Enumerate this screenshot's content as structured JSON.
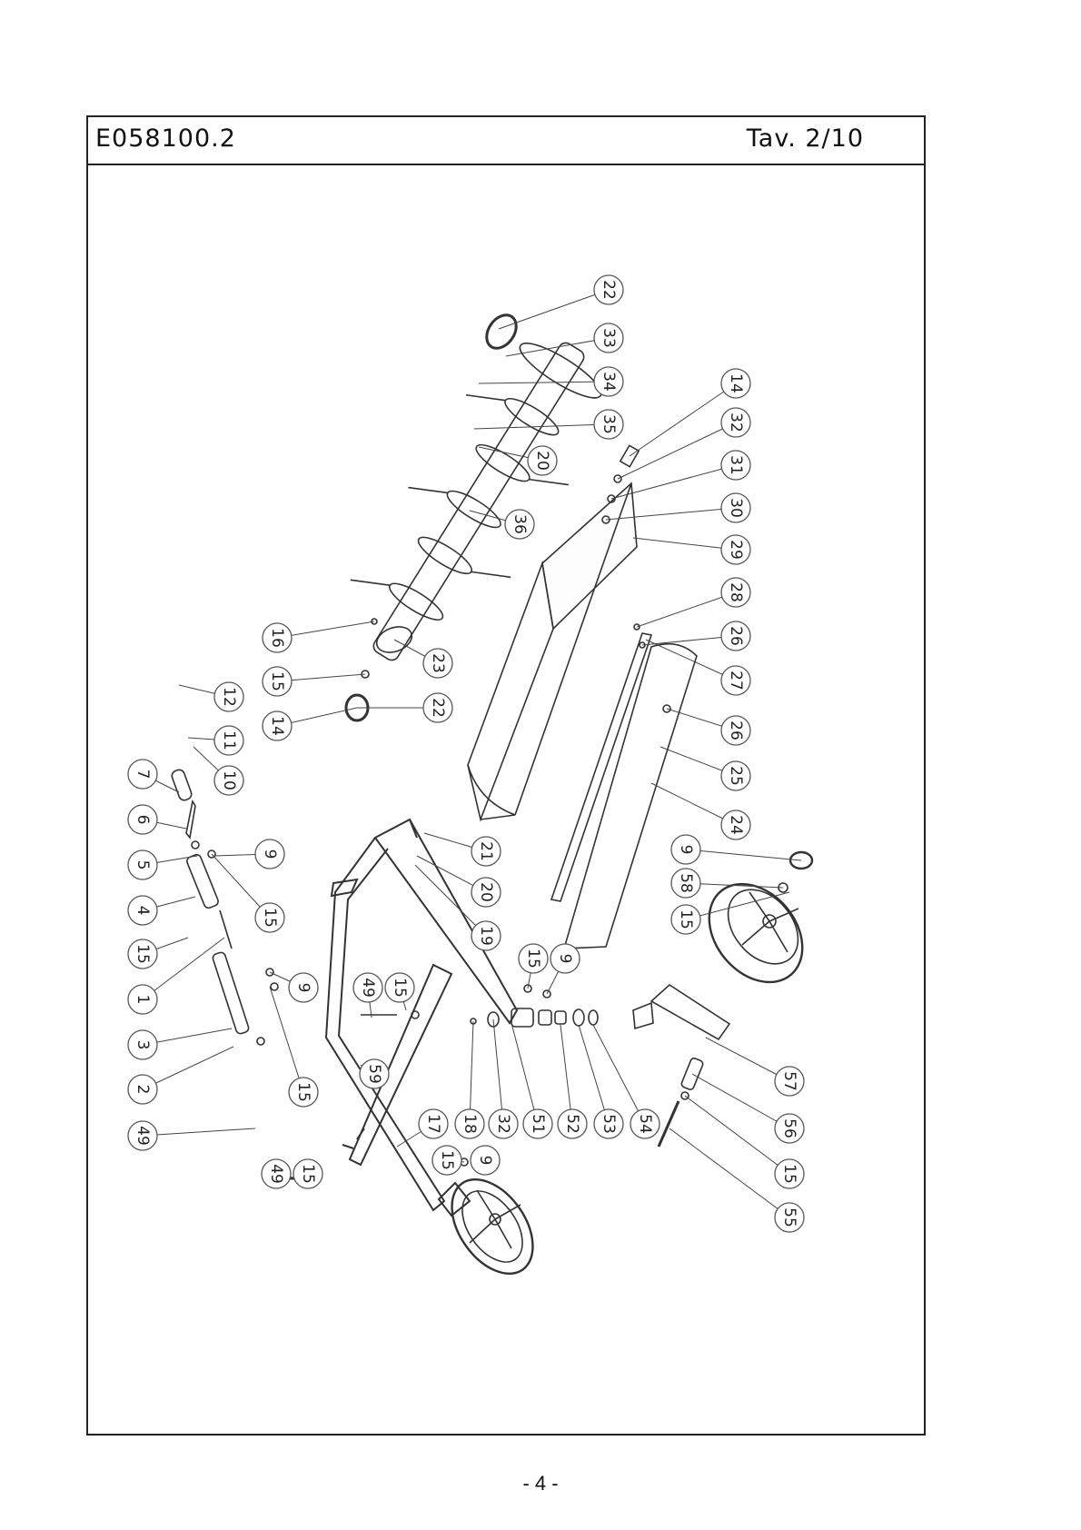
{
  "header": {
    "drawing_code": "E058100.2",
    "table_ref": "Tav. 2/10"
  },
  "footer": {
    "page_number": "- 4 -"
  },
  "callouts": [
    {
      "label": "22"
    },
    {
      "label": "33"
    },
    {
      "label": "34"
    },
    {
      "label": "35"
    },
    {
      "label": "20"
    },
    {
      "label": "36"
    },
    {
      "label": "14"
    },
    {
      "label": "32"
    },
    {
      "label": "31"
    },
    {
      "label": "30"
    },
    {
      "label": "29"
    },
    {
      "label": "28"
    },
    {
      "label": "26"
    },
    {
      "label": "27"
    },
    {
      "label": "26"
    },
    {
      "label": "25"
    },
    {
      "label": "24"
    },
    {
      "label": "16"
    },
    {
      "label": "15"
    },
    {
      "label": "14"
    },
    {
      "label": "23"
    },
    {
      "label": "22"
    },
    {
      "label": "12"
    },
    {
      "label": "11"
    },
    {
      "label": "10"
    },
    {
      "label": "7"
    },
    {
      "label": "6"
    },
    {
      "label": "5"
    },
    {
      "label": "4"
    },
    {
      "label": "15"
    },
    {
      "label": "1"
    },
    {
      "label": "3"
    },
    {
      "label": "2"
    },
    {
      "label": "49"
    },
    {
      "label": "9"
    },
    {
      "label": "15"
    },
    {
      "label": "9"
    },
    {
      "label": "15"
    },
    {
      "label": "21"
    },
    {
      "label": "20"
    },
    {
      "label": "19"
    },
    {
      "label": "49"
    },
    {
      "label": "15"
    },
    {
      "label": "59"
    },
    {
      "label": "15"
    },
    {
      "label": "9"
    },
    {
      "label": "17"
    },
    {
      "label": "18"
    },
    {
      "label": "32"
    },
    {
      "label": "51"
    },
    {
      "label": "52"
    },
    {
      "label": "53"
    },
    {
      "label": "54"
    },
    {
      "label": "15"
    },
    {
      "label": "9"
    },
    {
      "label": "49"
    },
    {
      "label": "15"
    },
    {
      "label": "9"
    },
    {
      "label": "15"
    },
    {
      "label": "58"
    },
    {
      "label": "57"
    },
    {
      "label": "56"
    },
    {
      "label": "15"
    },
    {
      "label": "55"
    }
  ]
}
